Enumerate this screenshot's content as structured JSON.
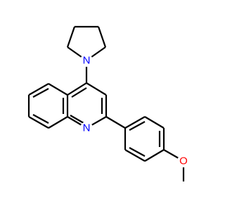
{
  "colors": {
    "background": "#ffffff",
    "bond": "#000000",
    "nitrogen": "#0000ff",
    "oxygen": "#ff0000"
  },
  "atoms": {
    "pyrrolidine_n": {
      "symbol": "N",
      "color": "#0000ff"
    },
    "quinoline_n": {
      "symbol": "N",
      "color": "#0000ff"
    },
    "methoxy_o": {
      "symbol": "O",
      "color": "#ff0000"
    }
  }
}
